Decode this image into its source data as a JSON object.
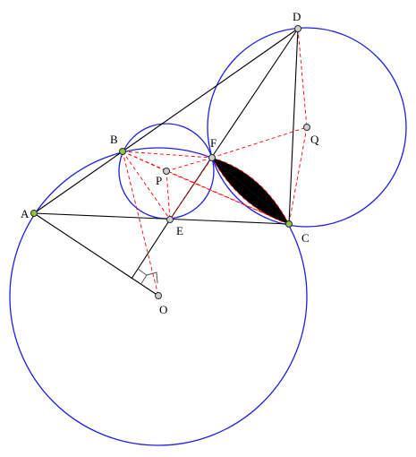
{
  "labels": {
    "A": "A",
    "B": "B",
    "C": "C",
    "D": "D",
    "E": "E",
    "F": "F",
    "O": "O",
    "P": "P",
    "Q": "Q"
  },
  "colors": {
    "circles": "#1f1fe6",
    "dashed": "#ff0000",
    "solid": "#000000",
    "given_points": "#8ec641",
    "constructed_points": "#cfcfcf"
  }
}
